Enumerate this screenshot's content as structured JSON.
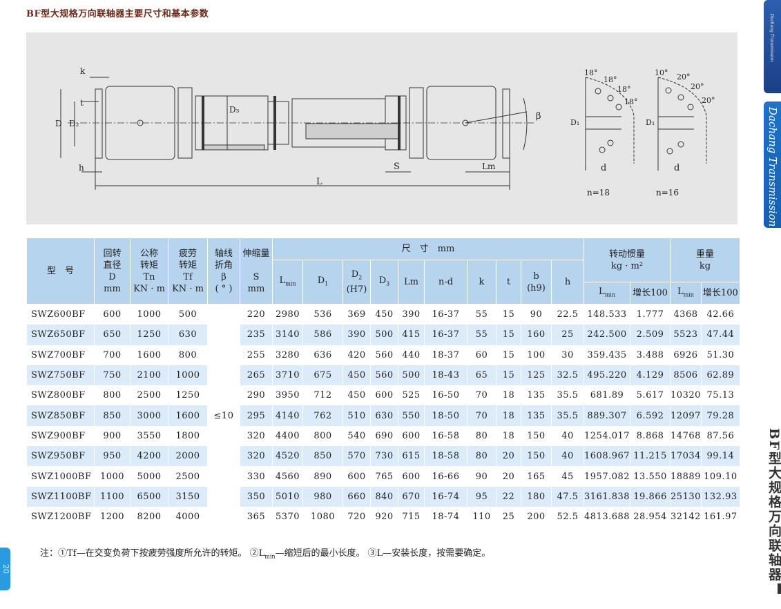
{
  "title": "BF型大规格万向联轴器主要尺寸和基本参数",
  "side": {
    "tab1_text": "Dachang Transmission",
    "tab2_text": "Dachang Transmission",
    "title": "BF型大规格万向联轴器",
    "page": "20"
  },
  "drawing": {
    "labels": {
      "k": "k",
      "t": "t",
      "D": "D",
      "D2": "D₂",
      "D3": "D₃",
      "h": "h",
      "S": "S",
      "Lm": "Lm",
      "L": "L",
      "beta": "β"
    },
    "flange18": {
      "a1": "18°",
      "a2": "18°",
      "a3": "18°",
      "a4": "18°",
      "D1": "D₁",
      "d": "d",
      "n": "n=18"
    },
    "flange16": {
      "a1": "10°",
      "a2": "20°",
      "a3": "20°",
      "a4": "20°",
      "D1": "D₁",
      "d": "d",
      "n": "n=16"
    }
  },
  "table": {
    "h_model": "型　号",
    "h_D": [
      "回转",
      "直径",
      "D",
      "mm"
    ],
    "h_Tn": [
      "公称",
      "转矩",
      "Tn",
      "KN · m"
    ],
    "h_Tf": [
      "疲劳",
      "转矩",
      "Tf",
      "KN · m"
    ],
    "h_beta": [
      "轴线",
      "折角",
      "β",
      "( ° )"
    ],
    "h_S": [
      "伸缩量",
      "S",
      "mm"
    ],
    "h_dims": "尺　寸　mm",
    "h_Lmin": "L",
    "h_Lmin_sub": "min",
    "h_D1": "D",
    "h_D1_sub": "1",
    "h_D2": "D",
    "h_D2_sub": "2",
    "h_D2_note": "(H7)",
    "h_D3": "D",
    "h_D3_sub": "3",
    "h_Lm": "Lm",
    "h_nd": "n-d",
    "h_k": "k",
    "h_t": "t",
    "h_b": "b",
    "h_b_note": "(h9)",
    "h_h": "h",
    "h_inertia": [
      "转动惯量",
      "kg · m²"
    ],
    "h_weight": [
      "重量",
      "kg"
    ],
    "h_sub_Lmin": "L",
    "h_sub_min": "min",
    "h_sub_inc": "增长100",
    "beta_value": "≤10",
    "rows": [
      [
        "SWZ600BF",
        "600",
        "1000",
        "500",
        "220",
        "2980",
        "536",
        "369",
        "450",
        "390",
        "16-37",
        "55",
        "15",
        "90",
        "22.5",
        "148.533",
        "1.777",
        "4368",
        "42.66"
      ],
      [
        "SWZ650BF",
        "650",
        "1250",
        "630",
        "235",
        "3140",
        "586",
        "390",
        "500",
        "415",
        "16-37",
        "55",
        "15",
        "160",
        "25",
        "242.500",
        "2.509",
        "5523",
        "47.44"
      ],
      [
        "SWZ700BF",
        "700",
        "1600",
        "800",
        "255",
        "3280",
        "636",
        "420",
        "560",
        "440",
        "18-37",
        "60",
        "15",
        "100",
        "30",
        "359.435",
        "3.488",
        "6926",
        "51.30"
      ],
      [
        "SWZ750BF",
        "750",
        "2100",
        "1000",
        "265",
        "3710",
        "675",
        "450",
        "560",
        "500",
        "18-43",
        "65",
        "15",
        "125",
        "32.5",
        "495.220",
        "4.129",
        "8506",
        "62.89"
      ],
      [
        "SWZ800BF",
        "800",
        "2500",
        "1250",
        "290",
        "3950",
        "712",
        "450",
        "600",
        "525",
        "16-50",
        "70",
        "18",
        "135",
        "35.5",
        "681.89",
        "5.617",
        "10320",
        "75.13"
      ],
      [
        "SWZ850BF",
        "850",
        "3000",
        "1600",
        "295",
        "4140",
        "762",
        "510",
        "630",
        "550",
        "18-50",
        "70",
        "18",
        "135",
        "35.5",
        "889.307",
        "6.592",
        "12097",
        "79.28"
      ],
      [
        "SWZ900BF",
        "900",
        "3550",
        "1800",
        "320",
        "4400",
        "800",
        "540",
        "690",
        "600",
        "16-58",
        "80",
        "18",
        "150",
        "40",
        "1254.017",
        "8.868",
        "14768",
        "87.56"
      ],
      [
        "SWZ950BF",
        "950",
        "4200",
        "2000",
        "320",
        "4520",
        "850",
        "570",
        "730",
        "615",
        "18-58",
        "80",
        "20",
        "150",
        "40",
        "1608.967",
        "11.215",
        "17034",
        "99.14"
      ],
      [
        "SWZ1000BF",
        "1000",
        "5000",
        "2500",
        "330",
        "4560",
        "890",
        "600",
        "765",
        "600",
        "16-66",
        "90",
        "20",
        "165",
        "45",
        "1957.082",
        "13.550",
        "18889",
        "109.10"
      ],
      [
        "SWZ1100BF",
        "1100",
        "6500",
        "3150",
        "350",
        "5010",
        "980",
        "660",
        "840",
        "670",
        "16-74",
        "95",
        "22",
        "180",
        "47.5",
        "3161.838",
        "19.866",
        "25130",
        "132.93"
      ],
      [
        "SWZ1200BF",
        "1200",
        "8200",
        "4000",
        "365",
        "5370",
        "1080",
        "720",
        "920",
        "715",
        "18-74",
        "110",
        "25",
        "200",
        "52.5",
        "4813.688",
        "28.954",
        "32142",
        "161.97"
      ]
    ]
  },
  "note": {
    "prefix": "注：①Tf—在交变负荷下按疲劳强度所允许的转矩。 ②L",
    "sub": "min",
    "middle": "—缩短后的最小长度。 ③L—安装长度，按需要确定。"
  }
}
